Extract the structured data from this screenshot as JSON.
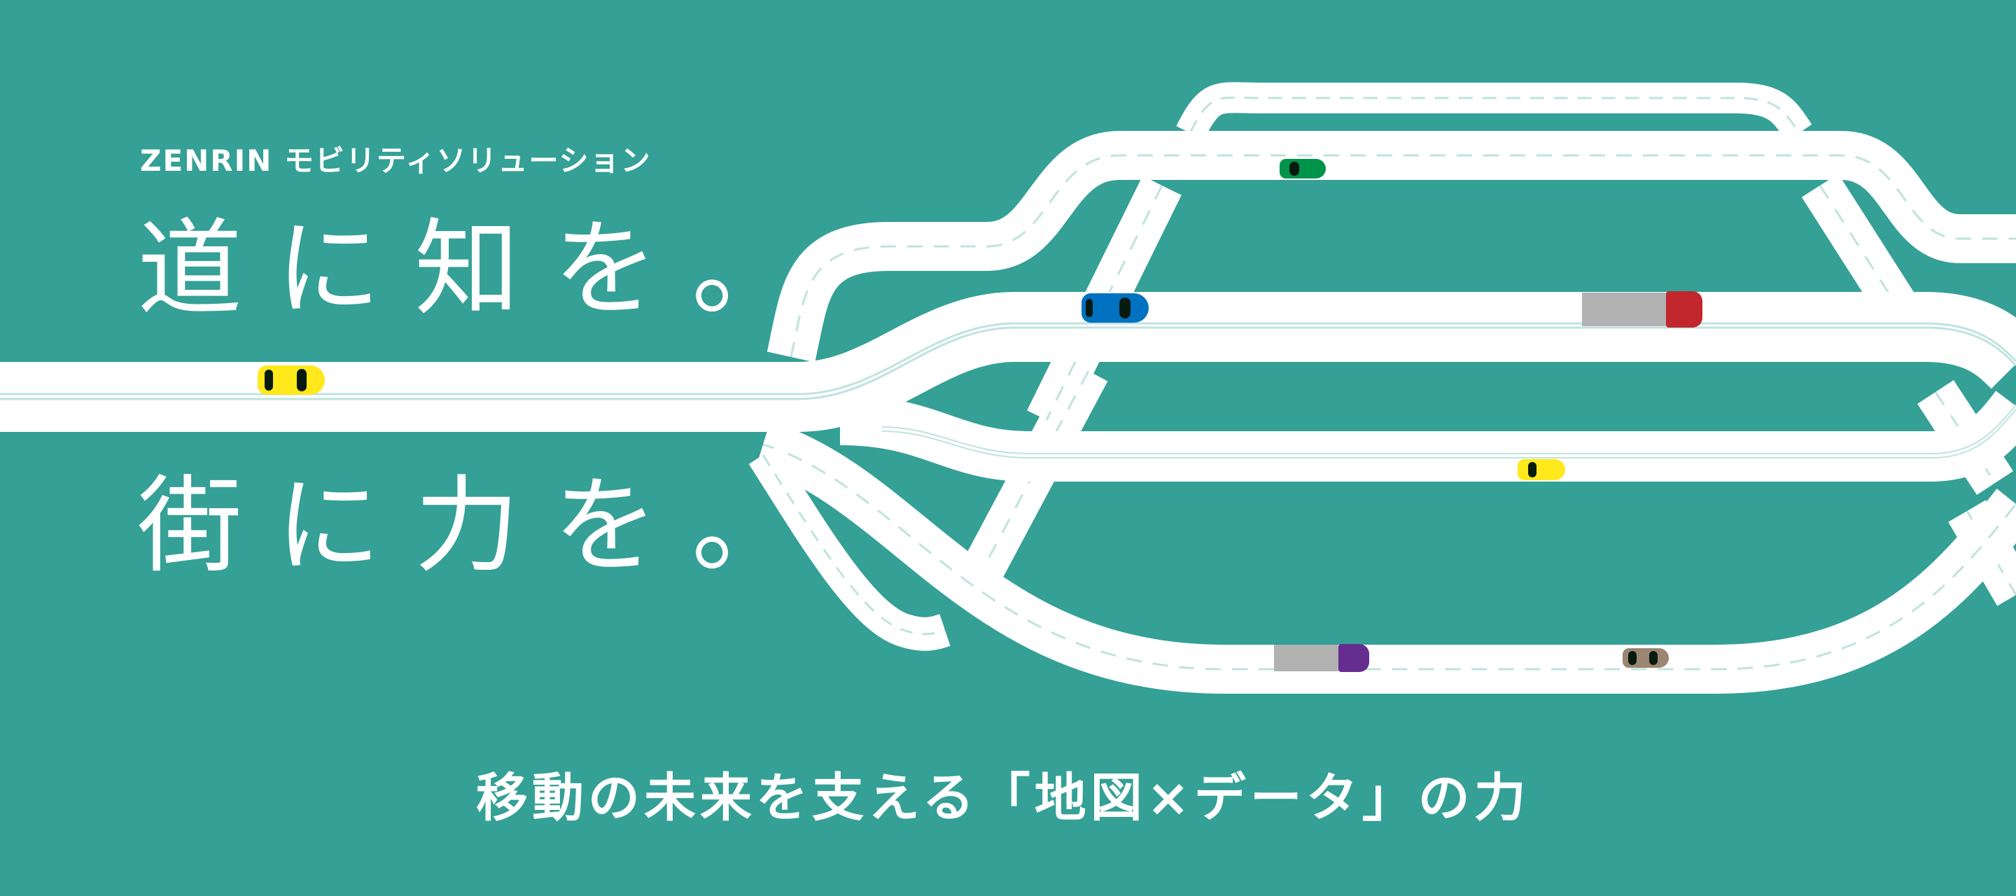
{
  "brand": {
    "label": "ZENRIN モビリティソリューション"
  },
  "headline": {
    "line1": "道に知を。",
    "line2": "街に力を。"
  },
  "tagline": {
    "text": "移動の未来を支える「地図×データ」の力"
  },
  "colors": {
    "background": "#34a096",
    "road": "#ffffff",
    "lane_marking": "#bfe3de",
    "truck_bed": "#b2b2b2"
  },
  "vehicles": [
    {
      "type": "car",
      "color": "#ffe81c",
      "road": "main-road"
    },
    {
      "type": "car",
      "color": "#00944a",
      "road": "upper-road"
    },
    {
      "type": "car",
      "color": "#0072c1",
      "road": "middle-road"
    },
    {
      "type": "truck",
      "color": "#c1272d",
      "road": "middle-road"
    },
    {
      "type": "car",
      "color": "#ffe81c",
      "road": "lower-road"
    },
    {
      "type": "truck",
      "color": "#662d91",
      "road": "bottom-road"
    },
    {
      "type": "car",
      "color": "#9b8573",
      "road": "bottom-road"
    }
  ]
}
